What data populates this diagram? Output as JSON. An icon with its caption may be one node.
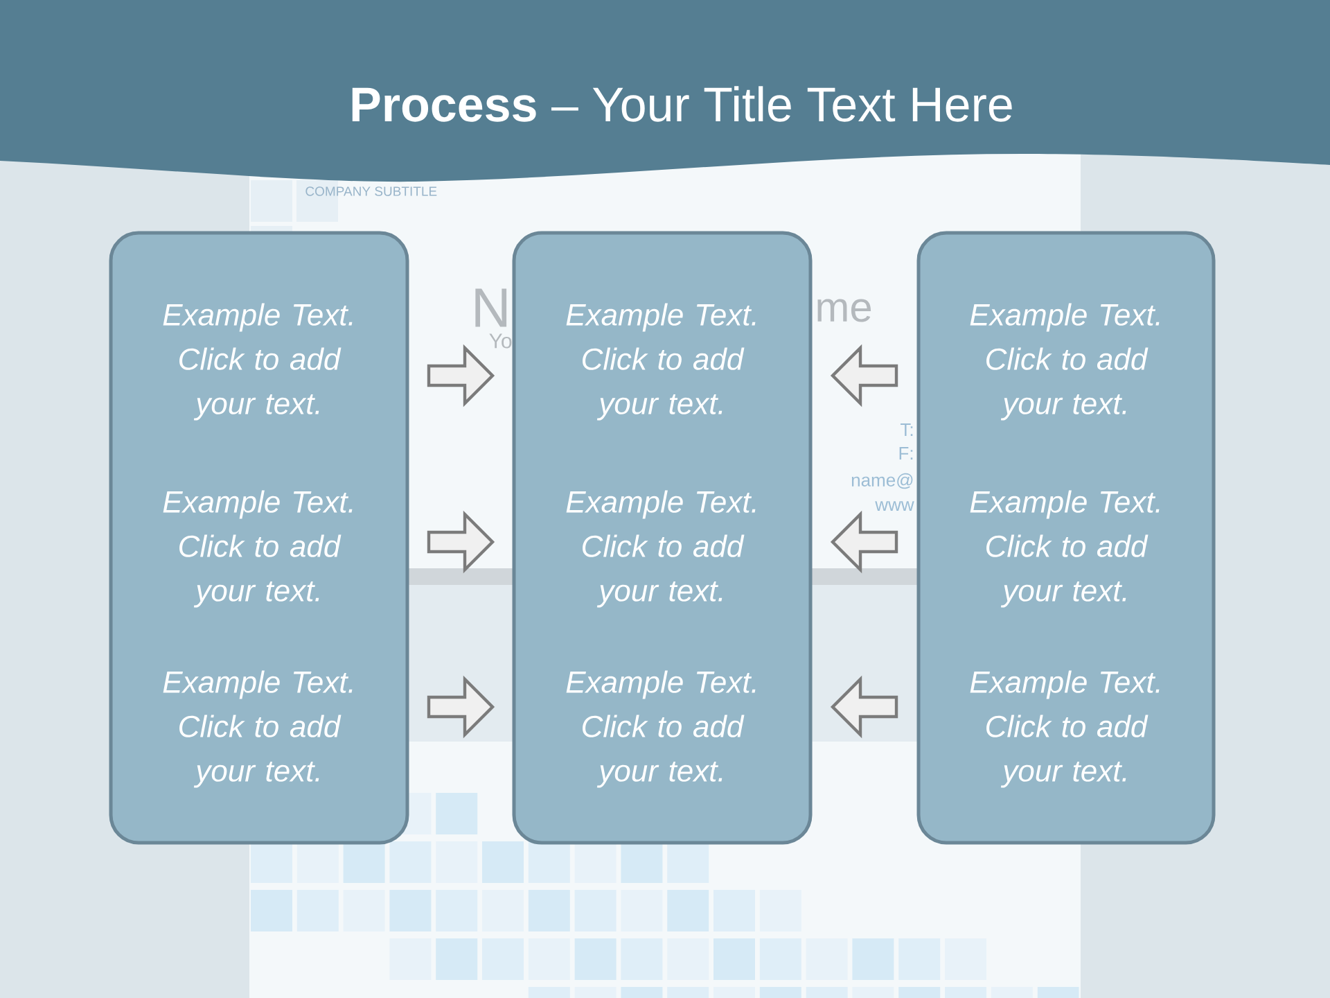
{
  "diagram": {
    "title": "**Process** – Your Title Text Here",
    "nodes": [
      {
        "text": [
          "Example Text. Click to add your text.",
          "Example Text. Click to add your text.",
          "Example Text. Click to add your text."
        ]
      },
      {
        "text": [
          "Example Text. Click to add your text.",
          "Example Text. Click to add your text.",
          "Example Text. Click to add your text."
        ]
      },
      {
        "text": [
          "Example Text. Click to add your text.",
          "Example Text. Click to add your text.",
          "Example Text. Click to add your text."
        ]
      }
    ],
    "edges": [
      {
        "from": 0,
        "to": 1,
        "arrow": "to"
      },
      {
        "from": 2,
        "to": 1,
        "arrow": "to"
      },
      {
        "from": 0,
        "to": 1,
        "arrow": "to"
      },
      {
        "from": 2,
        "to": 1,
        "arrow": "to"
      },
      {
        "from": 0,
        "to": 1,
        "arrow": "to"
      },
      {
        "from": 2,
        "to": 1,
        "arrow": "to"
      }
    ],
    "labels": [
      "COMPANY SUBTITLE",
      "N",
      "me",
      "Yo",
      "T:",
      "F:",
      "name@",
      "www"
    ]
  }
}
